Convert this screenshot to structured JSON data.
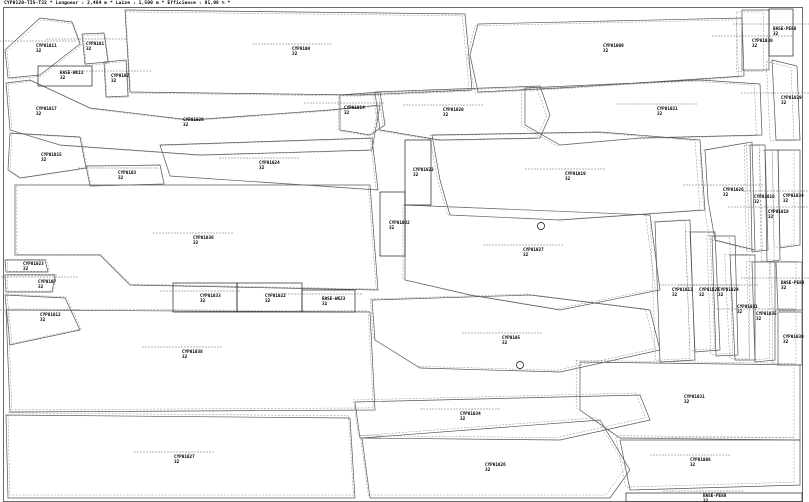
{
  "header": "CYP0120-TIS-T32 * Longueur : 2,464 m * Laize : 1,500 m * Efficience : 81,98 % *",
  "pieces": [
    {
      "name": "CYP01011",
      "size": "32"
    },
    {
      "name": "CYP0101",
      "size": "32"
    },
    {
      "name": "BASE-WK13",
      "size": "32"
    },
    {
      "name": "CYP0102",
      "size": "32"
    },
    {
      "name": "CYP0100",
      "size": "32"
    },
    {
      "name": "CYP01009",
      "size": "32"
    },
    {
      "name": "CYP01030",
      "size": "32"
    },
    {
      "name": "BASE-PE88",
      "size": "32"
    },
    {
      "name": "CYP01017",
      "size": "32"
    },
    {
      "name": "CYP01014",
      "size": "32"
    },
    {
      "name": "CYP01020",
      "size": "32"
    },
    {
      "name": "CYP01028",
      "size": "32"
    },
    {
      "name": "CYP01021",
      "size": "32"
    },
    {
      "name": "CYP01029",
      "size": "32"
    },
    {
      "name": "CYP01015",
      "size": "32"
    },
    {
      "name": "CYP0103",
      "size": "32"
    },
    {
      "name": "CYP01024",
      "size": "32"
    },
    {
      "name": "CYP01022",
      "size": "32"
    },
    {
      "name": "CYP01019",
      "size": "32"
    },
    {
      "name": "CYP01026",
      "size": "32"
    },
    {
      "name": "CYP01016",
      "size": "32"
    },
    {
      "name": "CYP01018",
      "size": "32"
    },
    {
      "name": "CYP01034",
      "size": "32"
    },
    {
      "name": "CYP01032",
      "size": "32"
    },
    {
      "name": "CYP01036",
      "size": "32"
    },
    {
      "name": "CYP01027",
      "size": "32"
    },
    {
      "name": "CYP01023",
      "size": "32"
    },
    {
      "name": "CYP0107",
      "size": "32"
    },
    {
      "name": "CYP01033",
      "size": "32"
    },
    {
      "name": "CYP01022",
      "size": "32"
    },
    {
      "name": "BASE-WK23",
      "size": "32"
    },
    {
      "name": "CYP01012",
      "size": "32"
    },
    {
      "name": "CYP01013",
      "size": "32"
    },
    {
      "name": "CYP01025",
      "size": "32"
    },
    {
      "name": "CYP01024",
      "size": "32"
    },
    {
      "name": "CYP01031",
      "size": "32"
    },
    {
      "name": "CYP01035",
      "size": "32"
    },
    {
      "name": "BASE-PE88",
      "size": "32"
    },
    {
      "name": "CYP01030",
      "size": "32"
    },
    {
      "name": "CYP0105",
      "size": "32"
    },
    {
      "name": "CYP01038",
      "size": "32"
    },
    {
      "name": "CYP01031",
      "size": "32"
    },
    {
      "name": "CYP01034",
      "size": "32"
    },
    {
      "name": "CYP01027",
      "size": "32"
    },
    {
      "name": "CYP01026",
      "size": "32"
    },
    {
      "name": "CYP01008",
      "size": "32"
    },
    {
      "name": "BASE-PE88",
      "size": "32"
    }
  ]
}
